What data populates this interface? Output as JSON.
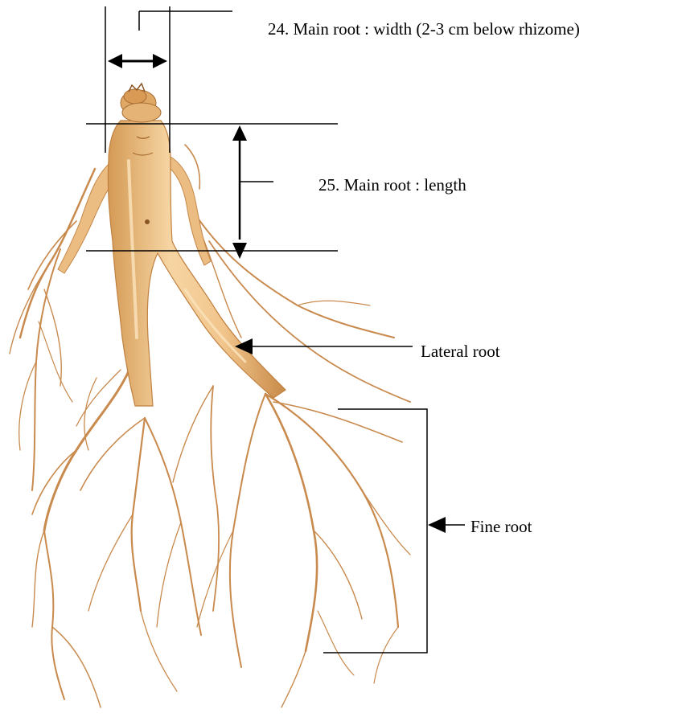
{
  "labels": {
    "main_root_width": "24.  Main root : width  (2-3 cm below rhizome)",
    "main_root_length": "25.  Main root : length",
    "lateral_root": "Lateral root",
    "fine_root": "Fine root"
  },
  "colors": {
    "root_fill": "#f1c58c",
    "root_shade": "#d49a55",
    "root_highlight": "#fbe3bd",
    "fine_root": "#c98a4e",
    "annotation": "#000000"
  },
  "icons": {
    "photo": "ginseng-root-photo",
    "arrow": "arrow-head-icon"
  }
}
